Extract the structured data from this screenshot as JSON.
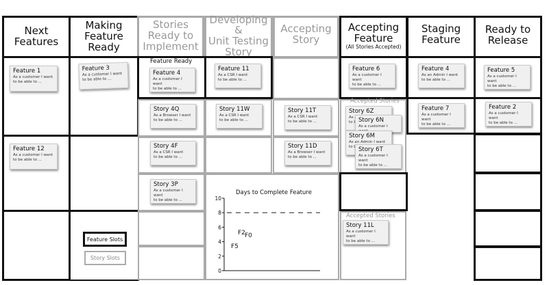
{
  "columns": [
    {
      "title": "Next\nFeatures",
      "subtitle": ""
    },
    {
      "title": "Making\nFeature\nReady",
      "subtitle": ""
    },
    {
      "title": "Stories\nReady to\nImplement",
      "subtitle": ""
    },
    {
      "title": "Developing &\nUnit Testing\nStory",
      "subtitle": ""
    },
    {
      "title": "Accepting\nStory",
      "subtitle": ""
    },
    {
      "title": "Accepting\nFeature",
      "subtitle": "(All Stories Accepted)"
    },
    {
      "title": "Staging\nFeature",
      "subtitle": ""
    },
    {
      "title": "Ready to\nRelease",
      "subtitle": ""
    }
  ],
  "labels": {
    "feature_ready": "Feature Ready",
    "accepted_stories_1": "Accepted Stories",
    "accepted_stories_2": "Accepted Stories"
  },
  "cards": {
    "f1": {
      "title": "Feature 1",
      "body": "As a customer I want\nto be able to ..."
    },
    "f12": {
      "title": "Feature 12",
      "body": "As a customer I want\nto be able to ..."
    },
    "f3": {
      "title": "Feature 3",
      "body": "As a customer I want\nto be able to ..."
    },
    "f4": {
      "title": "Feature 4",
      "body": "As a customer I want\nto be able to ..."
    },
    "s4q": {
      "title": "Story 4Q",
      "body": "As a Browser I want\nto be able to ..."
    },
    "s4f": {
      "title": "Story 4F",
      "body": "As a CSR I want\nto be able to ..."
    },
    "s3p": {
      "title": "Story 3P",
      "body": "As a customer I want\nto be able to ..."
    },
    "f11": {
      "title": "Feature 11",
      "body": "As a CSR I want\nto be able to ..."
    },
    "s11w": {
      "title": "Story 11W",
      "body": "As a CSR I want\nto be able to ..."
    },
    "s11t": {
      "title": "Story 11T",
      "body": "As a CSR I want\nto be able to ..."
    },
    "s11d": {
      "title": "Story 11D",
      "body": "As a Browser I want\nto be able to ..."
    },
    "f6": {
      "title": "Feature 6",
      "body": "As a customer I want\nto be able to ..."
    },
    "s6z": {
      "title": "Story 6Z",
      "body": "As a\nto be"
    },
    "s6n": {
      "title": "Story 6N",
      "body": "As a customer I want"
    },
    "s6m": {
      "title": "Story 6M",
      "body": "As an Admin I want\nto be"
    },
    "s6t": {
      "title": "Story 6T",
      "body": "As a customer I want\nto be able to ..."
    },
    "s11l": {
      "title": "Story 11L",
      "body": "As a customer I want\nto be able to ..."
    },
    "f4s": {
      "title": "Feature 4",
      "body": "As an Admin I want\nto be able to ..."
    },
    "f7": {
      "title": "Feature 7",
      "body": "As a customer I want\nto be able to ..."
    },
    "f5": {
      "title": "Feature 5",
      "body": "As a customer I want\nto be able to ..."
    },
    "f2": {
      "title": "Feature 2",
      "body": "As a customer I want\nto be able to ..."
    }
  },
  "legend": {
    "feature_slots": "Feature Slots",
    "story_slots": "Story Slots"
  },
  "chart_data": {
    "type": "scatter",
    "title": "Days to Complete Feature",
    "xlabel": "",
    "ylabel": "",
    "ylim": [
      0,
      10
    ],
    "yticks": [
      "0",
      "2",
      "4",
      "6",
      "8",
      "10"
    ],
    "threshold": 8,
    "grid": false,
    "points": [
      {
        "label": "F5",
        "x": 1,
        "y": 3.5
      },
      {
        "label": "F2",
        "x": 2,
        "y": 5.4
      },
      {
        "label": "F0",
        "x": 3,
        "y": 5.0
      }
    ],
    "xlim": [
      0,
      14
    ]
  },
  "colors": {
    "black": "#111111",
    "grey": "#aaaaaa",
    "card": "#f0f0f0"
  }
}
